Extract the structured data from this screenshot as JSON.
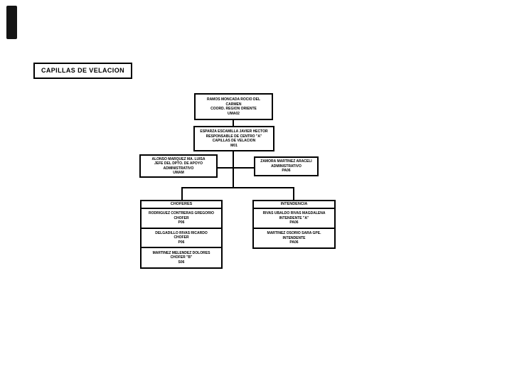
{
  "page": {
    "background": "#ffffff",
    "line_color": "#000000",
    "box_border_color": "#000000"
  },
  "title_box": {
    "label": "CAPILLAS DE VELACION"
  },
  "org": {
    "coordinator": {
      "lines": [
        "RAMOS MONCADA ROCIO DEL",
        "CARMEN",
        "COORD. REGION ORIENTE",
        "UMA02"
      ]
    },
    "responsable": {
      "lines": [
        "ESPARZA ESCAMILLA JAVIER HECTOR",
        "RESPONSABLE DE CENTRO \"A\"",
        "CAPILLAS DE VELACION",
        "M01"
      ]
    },
    "left_staff": {
      "lines": [
        "ALONSO MARQUEZ MA. LUISA",
        "JEFE DEL DPTO. DE APOYO",
        "ADMINISTRATIVO",
        "UMAM"
      ]
    },
    "right_staff": {
      "lines": [
        "ZAMORA MARTINEZ ARACELI",
        "ADMINISTRATIVO",
        "PA06"
      ]
    },
    "columns": [
      {
        "header": "CHOFERES",
        "members": [
          {
            "lines": [
              "RODRIGUEZ CONTRERAS GREGORIO",
              "CHOFER",
              "P06"
            ]
          },
          {
            "lines": [
              "DELGADILLO RIVAS RICARDO",
              "CHOFER",
              "P06"
            ]
          },
          {
            "lines": [
              "MARTINEZ MELENDEZ DOLORES",
              "CHOFER \"B\"",
              "S06"
            ]
          }
        ]
      },
      {
        "header": "INTENDENCIA",
        "members": [
          {
            "lines": [
              "RIVAS UBALDO RIVAS MAGDALENA",
              "INTENDENTE \"A\"",
              "PA06"
            ]
          },
          {
            "lines": [
              "MARTINEZ OSORIO SARA GPE.",
              "INTENDENTE",
              "PA06"
            ]
          }
        ]
      }
    ]
  }
}
